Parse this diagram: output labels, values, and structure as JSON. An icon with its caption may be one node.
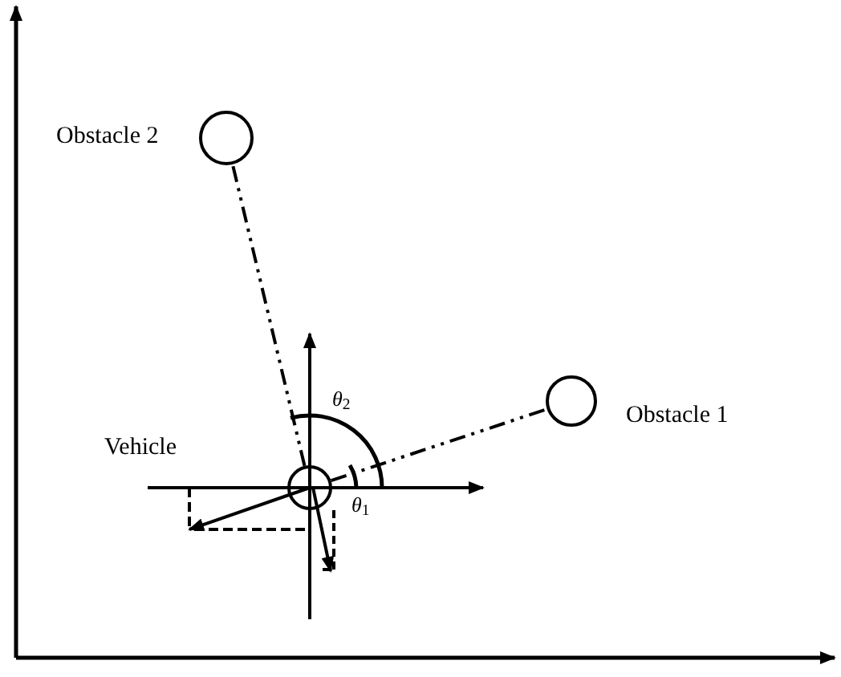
{
  "diagram": {
    "nodes": [
      {
        "text": [],
        "shape": "circle",
        "beside": [
          "Obstacle 2"
        ]
      },
      {
        "text": [],
        "shape": "circle",
        "beside": [
          "Obstacle 1"
        ]
      },
      {
        "text": [],
        "shape": "circle"
      }
    ],
    "edges": [
      {
        "from": 2,
        "to": 0,
        "arrow": "none",
        "style": "dashed"
      },
      {
        "from": 2,
        "to": 1,
        "arrow": "none",
        "style": "dashed"
      }
    ],
    "labels": [
      "*θ*$_{2}$",
      "Vehicle",
      "*θ*$_{1}$"
    ]
  }
}
